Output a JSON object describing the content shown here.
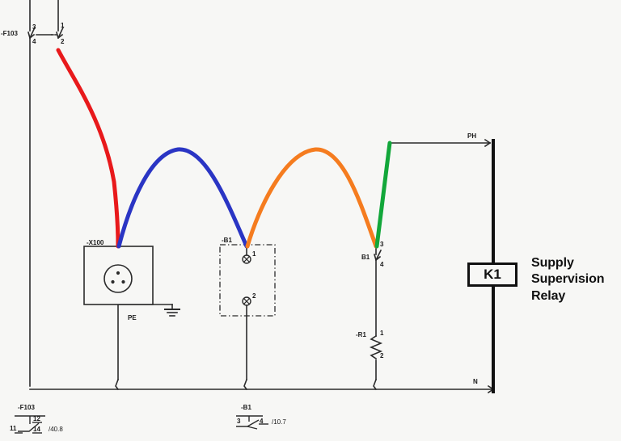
{
  "diagram": {
    "title_note": [
      "Supply",
      "Supervision",
      "Relay"
    ],
    "background_color": "#f7f7f5",
    "line_color": "#2b2b2b"
  },
  "rails": {
    "ph_label": "PH",
    "n_label": "N"
  },
  "devices": {
    "fuse_top": {
      "tag": "-F103",
      "terminal_left_top": "3",
      "terminal_left_bottom": "4",
      "terminal_right_top": "1",
      "terminal_right_bottom": "2"
    },
    "socket": {
      "tag": "-X100",
      "earth_label": "PE"
    },
    "sensor": {
      "tag": "-B1",
      "terminal_1": "1",
      "terminal_2": "2"
    },
    "contact_b1": {
      "tag": "B1",
      "terminal_top": "3",
      "terminal_bottom": "4"
    },
    "resistor": {
      "tag": "-R1",
      "terminal_top": "1",
      "terminal_bottom": "2"
    },
    "relay": {
      "tag": "K1"
    }
  },
  "footer_refs": [
    {
      "tag": "-F103",
      "terminal_common": "11",
      "terminal_nc": "12",
      "terminal_no": "14",
      "cross_reference": "/40.8"
    },
    {
      "tag": "-B1",
      "terminal_left": "3",
      "terminal_right": "4",
      "cross_reference": "/10.7"
    }
  ],
  "wires": [
    {
      "name": "red-wire",
      "color": "#e8191b",
      "from": "F103 terminal 2",
      "to": "-X100 top"
    },
    {
      "name": "blue-wire",
      "color": "#2a35c4",
      "from": "-X100 top",
      "to": "-B1 terminal 1"
    },
    {
      "name": "orange-wire",
      "color": "#f57c1f",
      "from": "-B1 terminal 1",
      "to": "B1 terminal 3"
    },
    {
      "name": "green-wire",
      "color": "#12a73a",
      "from": "B1 terminal 3",
      "to": "PH rail"
    }
  ]
}
